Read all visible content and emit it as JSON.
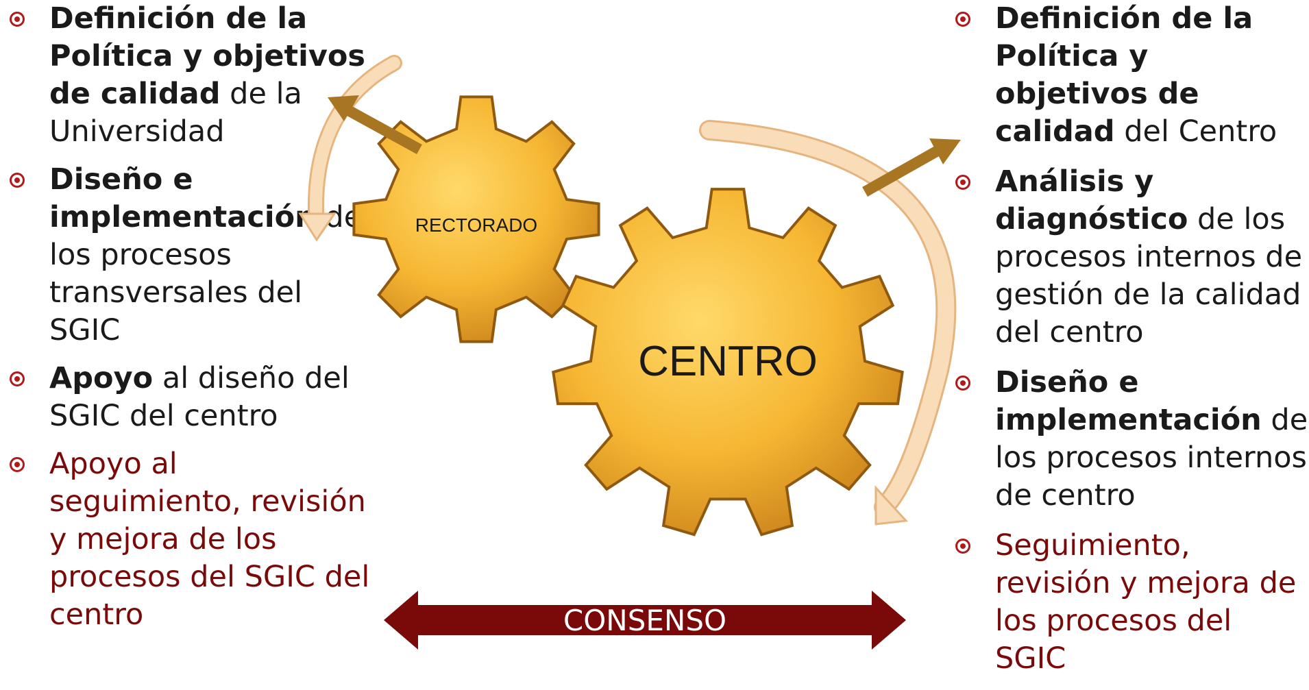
{
  "left_items": [
    {
      "bold": "Definición de la Política y objetivos de calidad",
      "rest": " de la Universidad",
      "red": false
    },
    {
      "bold": "Diseño e implementación",
      "rest": " de los procesos transversales del SGIC",
      "red": false
    },
    {
      "bold": "Apoyo",
      "rest": " al diseño del SGIC del centro",
      "red": false
    },
    {
      "bold": "",
      "rest": "Apoyo al seguimiento, revisión y mejora de los procesos del SGIC del centro",
      "red": true
    }
  ],
  "right_items": [
    {
      "bold": "Definición de la Política y objetivos de calidad",
      "rest": " del Centro",
      "red": false
    },
    {
      "bold": "Análisis y diagnóstico",
      "rest": " de los procesos internos de gestión de la calidad del centro",
      "red": false
    },
    {
      "bold": "Diseño e implementación",
      "rest": " de los procesos internos de centro",
      "red": false
    },
    {
      "bold": "",
      "rest": "Seguimiento, revisión y mejora de los procesos del SGIC",
      "red": true
    }
  ],
  "gears": {
    "small_label": "RECTORADO",
    "large_label": "CENTRO"
  },
  "consenso": {
    "label": "CONSENSO"
  },
  "colors": {
    "gear_light": "#ffd96a",
    "gear_mid": "#f6b733",
    "gear_dark": "#c8801a",
    "gear_edge": "#8f5a10",
    "pointer_arrow": "#a87622",
    "consenso_arrow": "#7a0a0a",
    "curved_arrow": "#f9dcb8",
    "curved_arrow_edge": "#e6b47e",
    "text": "#1a1a1a",
    "red_text": "#7a0a0a",
    "bullet": "#b11a1a"
  }
}
